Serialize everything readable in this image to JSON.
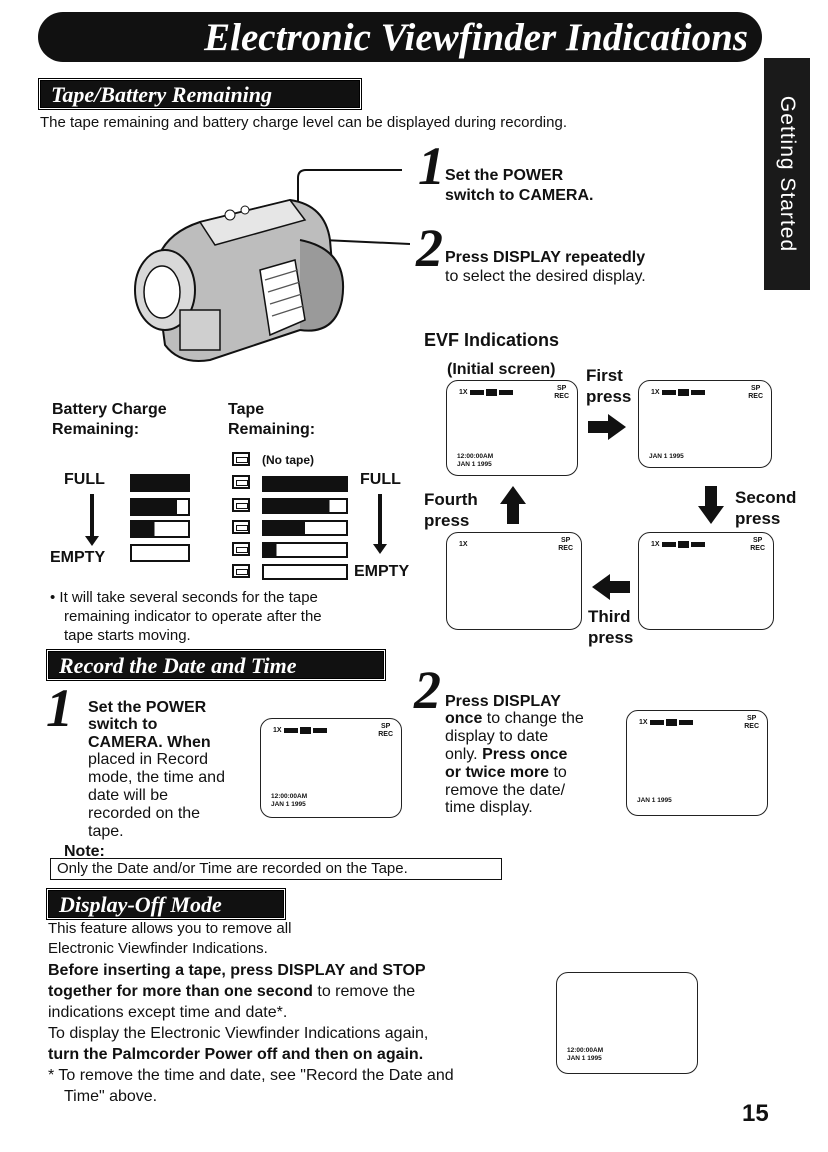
{
  "page_title": "Electronic Viewfinder Indications",
  "side_tab": "Getting Started",
  "page_number": "15",
  "tape_battery": {
    "heading": "Tape/Battery Remaining",
    "intro": "The tape remaining and battery charge level can be displayed during recording.",
    "step1_num": "1",
    "step1_line1": "Set the POWER",
    "step1_line2": "switch to CAMERA.",
    "step2_num": "2",
    "step2_bold": "Press DISPLAY repeatedly",
    "step2_text": "to select the desired display.",
    "battery_label_1": "Battery Charge",
    "battery_label_2": "Remaining:",
    "tape_label_1": "Tape",
    "tape_label_2": "Remaining:",
    "no_tape": "(No tape)",
    "full_left": "FULL",
    "full_right": "FULL",
    "empty_left": "EMPTY",
    "empty_right": "EMPTY",
    "note_line1": "• It will take several seconds for the tape",
    "note_line2": "remaining indicator to operate after the",
    "note_line3": "tape starts moving."
  },
  "evf": {
    "heading": "EVF Indications",
    "initial_screen": "(Initial screen)",
    "first_1": "First",
    "first_2": "press",
    "second_1": "Second",
    "second_2": "press",
    "third_1": "Third",
    "third_2": "press",
    "fourth_1": "Fourth",
    "fourth_2": "press",
    "zoom": "1X",
    "sp": "SP",
    "rec": "REC",
    "time": "12:00:00AM",
    "date": "JAN  1 1995"
  },
  "record_date": {
    "heading": "Record the Date and Time",
    "step1_num": "1",
    "step1_head": "Set the POWER",
    "step1_l2": "switch to",
    "step1_l3": "CAMERA. When",
    "step1_l4": "placed in Record",
    "step1_l5": "mode, the time and",
    "step1_l6": "date will be",
    "step1_l7": "recorded on the",
    "step1_l8": "tape.",
    "step2_num": "2",
    "step2_head": "Press DISPLAY",
    "step2_l2a": "once",
    "step2_l2b": " to change the",
    "step2_l3": "display to date",
    "step2_l4a": "only. ",
    "step2_l4b": "Press once",
    "step2_l5a": "or twice more",
    "step2_l5b": " to",
    "step2_l6": "remove the date/",
    "step2_l7": "time display.",
    "note_label": "Note:",
    "note_text": "Only the Date and/or Time are recorded on the Tape."
  },
  "display_off": {
    "heading": "Display-Off Mode",
    "p1": "This feature allows you to remove all",
    "p2": "Electronic Viewfinder Indications.",
    "p3": "Before inserting a tape, press DISPLAY and STOP",
    "p4a": "together for more than one second",
    "p4b": " to remove the",
    "p5": "indications except time and date*.",
    "p6": "To display the Electronic Viewfinder Indications again,",
    "p7": "turn the Palmcorder Power off and then on again.",
    "p8": "* To remove the time and date, see \"Record the Date and",
    "p9": "Time\" above."
  }
}
